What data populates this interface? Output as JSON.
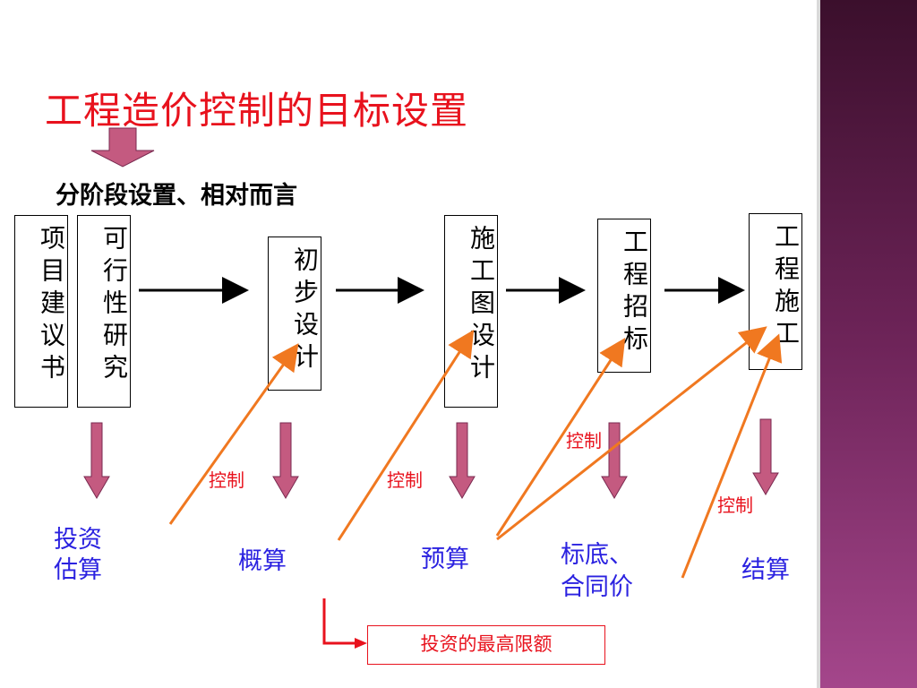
{
  "title": "工程造价控制的目标设置",
  "subtitle": "分阶段设置、相对而言",
  "stages": [
    {
      "label": "项目建议书"
    },
    {
      "label": "可行性研究"
    },
    {
      "label": "初步设计"
    },
    {
      "label": "施工图设计"
    },
    {
      "label": "工程招标"
    },
    {
      "label": "工程施工"
    }
  ],
  "outputs": {
    "estimate": "投资\n估算",
    "budget_estimate": "概算",
    "budget": "预算",
    "bid": "标底、\n合同价",
    "settlement": "结算"
  },
  "control_labels": [
    "控制",
    "控制",
    "控制",
    "控制"
  ],
  "limit_label": "投资的最高限额",
  "colors": {
    "title": "#e8121d",
    "output_text": "#2b22e0",
    "control_arrow": "#f07820",
    "stage_arrow_fill": "#c45a80"
  }
}
